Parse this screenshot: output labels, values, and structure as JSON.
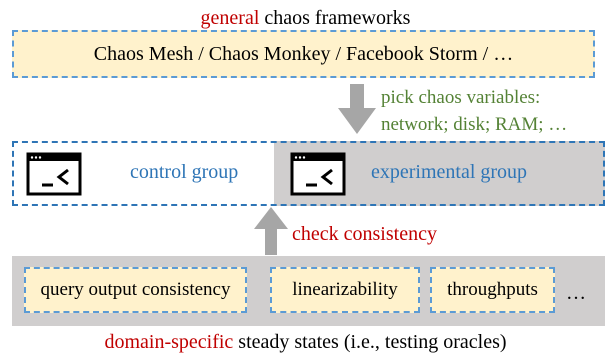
{
  "header": {
    "highlight": "general",
    "rest": " chaos frameworks"
  },
  "frameworks": {
    "text": "Chaos Mesh / Chaos Monkey / Facebook Storm / …"
  },
  "pick": {
    "line1": "pick chaos variables:",
    "line2": "network; disk; RAM; …"
  },
  "groups": {
    "control": "control group",
    "experimental": "experimental group"
  },
  "check": {
    "text": "check consistency"
  },
  "states": {
    "items": [
      "query output consistency",
      "linearizability",
      "throughputs"
    ],
    "more": "…"
  },
  "footer": {
    "highlight": "domain-specific",
    "rest": " steady states (i.e., testing oracles)"
  },
  "colors": {
    "red": "#c00000",
    "green": "#548235",
    "blue": "#2e75b6",
    "box_fill": "#fff2cc",
    "box_border": "#5b9bd5",
    "band": "#d0cece",
    "arrow": "#a6a6a6"
  },
  "icons": [
    "terminal-icon",
    "arrow-down-icon",
    "arrow-up-icon"
  ]
}
